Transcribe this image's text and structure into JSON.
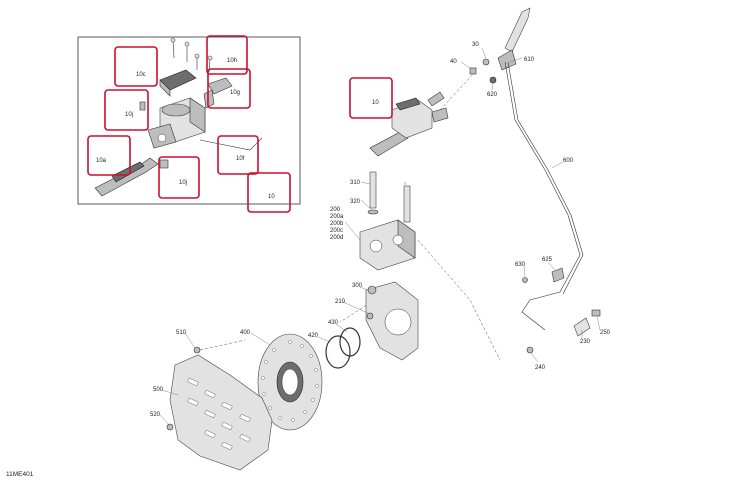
{
  "diagram": {
    "reference_code": "11ME401",
    "inset_labels": [
      {
        "id": "10c",
        "text": "10c",
        "highlighted": true
      },
      {
        "id": "10h",
        "text": "10h",
        "highlighted": true
      },
      {
        "id": "10g",
        "text": "10g",
        "highlighted": true
      },
      {
        "id": "10j-upper",
        "text": "10j",
        "highlighted": true
      },
      {
        "id": "10f",
        "text": "10f",
        "highlighted": true
      },
      {
        "id": "10a",
        "text": "10a",
        "highlighted": true
      },
      {
        "id": "10j-lower",
        "text": "10j",
        "highlighted": true
      },
      {
        "id": "10-inset",
        "text": "10",
        "highlighted": true
      }
    ],
    "main_labels": [
      {
        "id": "10-main",
        "text": "10",
        "highlighted": true
      },
      {
        "id": "30",
        "text": "30"
      },
      {
        "id": "40",
        "text": "40"
      },
      {
        "id": "610",
        "text": "610"
      },
      {
        "id": "620",
        "text": "620"
      },
      {
        "id": "600",
        "text": "600"
      },
      {
        "id": "310",
        "text": "310"
      },
      {
        "id": "320",
        "text": "320"
      },
      {
        "id": "200",
        "text": "200"
      },
      {
        "id": "200a",
        "text": "200a"
      },
      {
        "id": "200b",
        "text": "200b"
      },
      {
        "id": "200c",
        "text": "200c"
      },
      {
        "id": "200d",
        "text": "200d"
      },
      {
        "id": "630",
        "text": "630"
      },
      {
        "id": "625",
        "text": "625"
      },
      {
        "id": "300",
        "text": "300"
      },
      {
        "id": "210",
        "text": "210"
      },
      {
        "id": "430",
        "text": "430"
      },
      {
        "id": "420",
        "text": "420"
      },
      {
        "id": "400",
        "text": "400"
      },
      {
        "id": "510",
        "text": "510"
      },
      {
        "id": "500",
        "text": "500"
      },
      {
        "id": "520",
        "text": "520"
      },
      {
        "id": "250",
        "text": "250"
      },
      {
        "id": "230",
        "text": "230"
      },
      {
        "id": "240",
        "text": "240"
      }
    ],
    "highlight_color": "#c8102e"
  }
}
